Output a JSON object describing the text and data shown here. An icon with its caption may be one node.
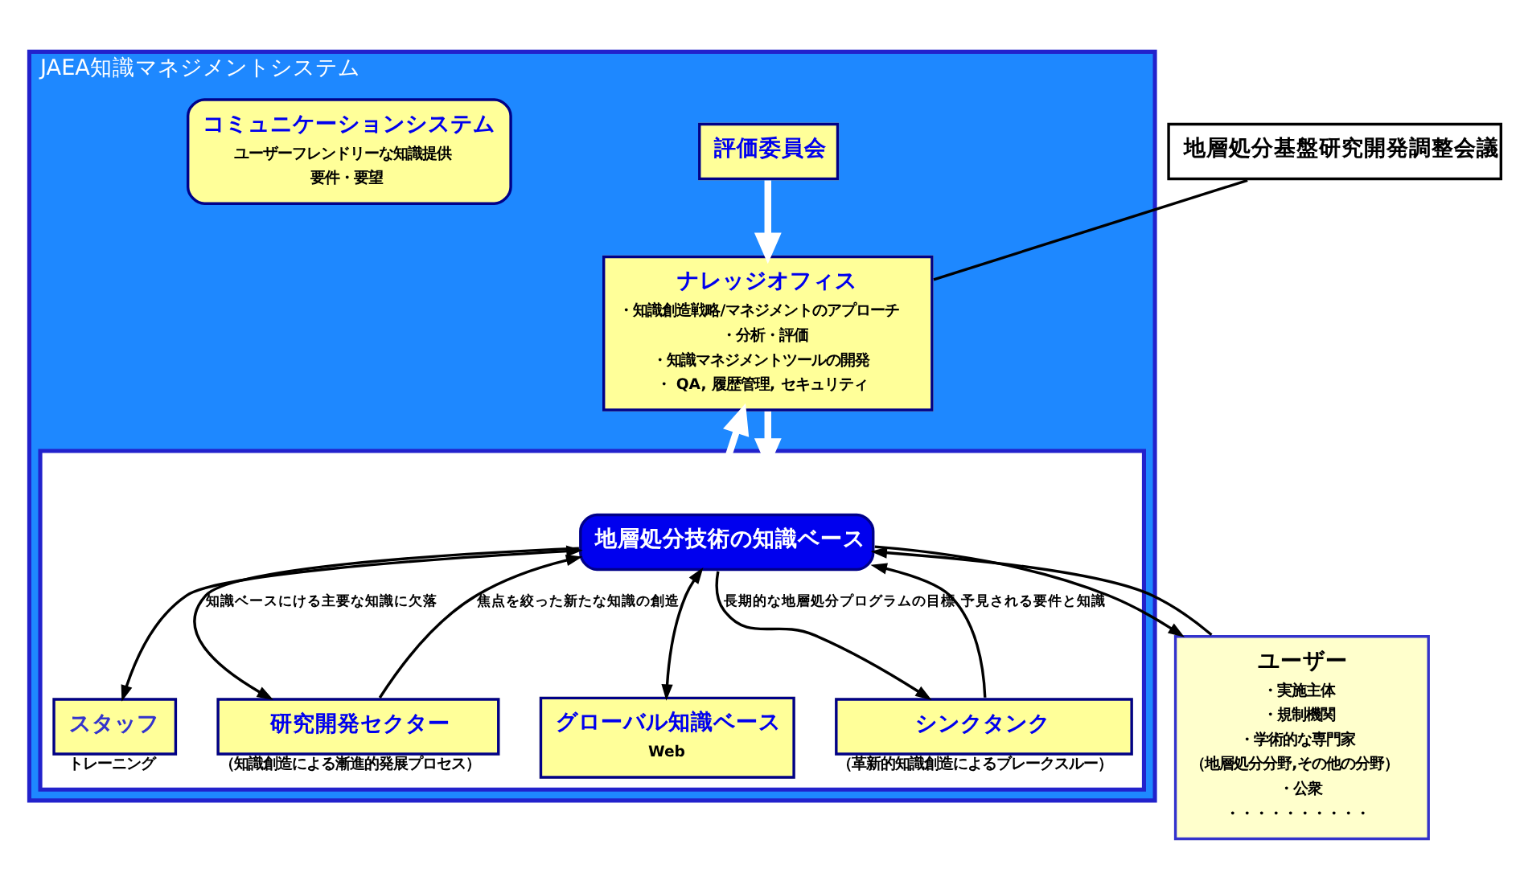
{
  "diagram": {
    "nodes": [
      {
        "text": [
          "JAEA知識マネジメントシステム"
        ]
      },
      {
        "text": [
          "地層処分基盤研究開発調整会議"
        ]
      },
      {
        "text": [
          "ナレッジオフィス",
          "・知識創造戦略/マネジメントのアプローチ",
          "・分析・評価",
          "・知識マネジメントツールの開発",
          "・ QA, 履歴管理, セキュリティ"
        ],
        "in": 0
      },
      {
        "text": [
          "評価委員会"
        ],
        "in": 0
      },
      {
        "text": [],
        "shape": "box",
        "in": 0
      },
      {
        "text": [
          "コミュニケーションシステム",
          "ユーザーフレンドリーな知識提供",
          "要件・要望"
        ],
        "in": 0
      },
      {
        "text": [
          "地層処分技術の知識ベース"
        ],
        "in": 4
      },
      {
        "text": [
          "研究開発セクター"
        ],
        "beside": [
          "（知識創造による漸進的発展プロセス）"
        ],
        "in": 4
      },
      {
        "text": [
          "スタッフ"
        ],
        "beside": [
          "トレーニング"
        ],
        "in": 4
      },
      {
        "text": [
          "グローバル知識ベース",
          "Web"
        ],
        "in": 4
      },
      {
        "text": [
          "シンクタンク"
        ],
        "beside": [
          "（革新的知識創造によるブレークスルー）"
        ],
        "in": 4
      },
      {
        "text": [
          "ユーザー",
          "・実施主体",
          "・規制機関",
          "・学術的な専門家",
          "（地層処分分野,その他の分野）",
          "・公衆",
          "・・・・・・・・・・"
        ]
      }
    ],
    "edges": [
      {
        "from": 1,
        "to": 2,
        "arrow": "none"
      },
      {
        "from": 3,
        "to": 2,
        "arrow": "to",
        "style": "thick",
        "color": "#ffffff"
      },
      {
        "from": 4,
        "to": 2,
        "arrow": "to",
        "style": "thick",
        "color": "#ffffff"
      },
      {
        "from": 2,
        "to": 4,
        "arrow": "to",
        "style": "thick",
        "color": "#ffffff"
      },
      {
        "from": 6,
        "to": 11,
        "arrow": "to"
      },
      {
        "from": 11,
        "to": 6,
        "arrow": "to"
      },
      {
        "from": 6,
        "to": 7,
        "arrow": "to",
        "label": "知識ベースにける主要な知識に欠落"
      },
      {
        "from": 7,
        "to": 6,
        "arrow": "to",
        "label": "焦点を絞った新たな知識の創造"
      },
      {
        "from": 6,
        "to": 8,
        "arrow": "both"
      },
      {
        "from": 6,
        "to": 9,
        "arrow": "both"
      },
      {
        "from": 6,
        "to": 10,
        "arrow": "to",
        "label": "長期的な地層処分プログラムの目標"
      },
      {
        "from": 10,
        "to": 6,
        "arrow": "to",
        "label": "予見される要件と知識"
      }
    ]
  }
}
